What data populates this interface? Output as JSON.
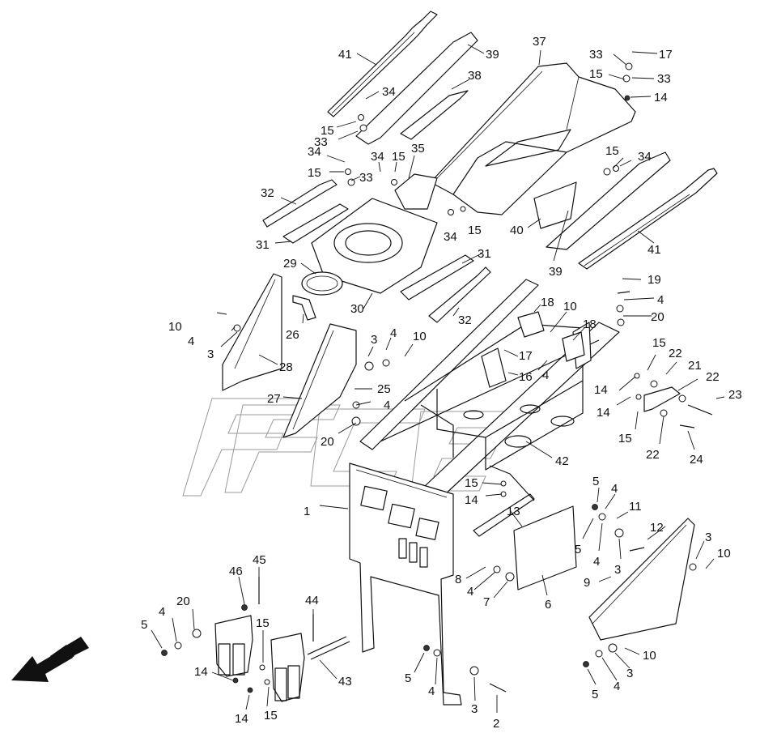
{
  "callouts": [
    {
      "id": "c41a",
      "text": "41"
    },
    {
      "id": "c39a",
      "text": "39"
    },
    {
      "id": "c37",
      "text": "37"
    },
    {
      "id": "c33a",
      "text": "33"
    },
    {
      "id": "c17a",
      "text": "17"
    },
    {
      "id": "c15a",
      "text": "15"
    },
    {
      "id": "c33b",
      "text": "33"
    },
    {
      "id": "c14a",
      "text": "14"
    },
    {
      "id": "c34a",
      "text": "34"
    },
    {
      "id": "c38",
      "text": "38"
    },
    {
      "id": "c15b",
      "text": "15"
    },
    {
      "id": "c33c",
      "text": "33"
    },
    {
      "id": "c34b",
      "text": "34"
    },
    {
      "id": "c15c",
      "text": "15"
    },
    {
      "id": "c33d",
      "text": "33"
    },
    {
      "id": "c34c",
      "text": "34"
    },
    {
      "id": "c15d",
      "text": "15"
    },
    {
      "id": "c35",
      "text": "35"
    },
    {
      "id": "c15e",
      "text": "15"
    },
    {
      "id": "c34d",
      "text": "34"
    },
    {
      "id": "c32a",
      "text": "32"
    },
    {
      "id": "c15f",
      "text": "15"
    },
    {
      "id": "c34e",
      "text": "34"
    },
    {
      "id": "c40",
      "text": "40"
    },
    {
      "id": "c41b",
      "text": "41"
    },
    {
      "id": "c31a",
      "text": "31"
    },
    {
      "id": "c31b",
      "text": "31"
    },
    {
      "id": "c39b",
      "text": "39"
    },
    {
      "id": "c29",
      "text": "29"
    },
    {
      "id": "c19",
      "text": "19"
    },
    {
      "id": "c32b",
      "text": "32"
    },
    {
      "id": "c30",
      "text": "30"
    },
    {
      "id": "c4a",
      "text": "4"
    },
    {
      "id": "c18a",
      "text": "18"
    },
    {
      "id": "c10a",
      "text": "10"
    },
    {
      "id": "c20a",
      "text": "20"
    },
    {
      "id": "c10b",
      "text": "10"
    },
    {
      "id": "c18b",
      "text": "18"
    },
    {
      "id": "c26",
      "text": "26"
    },
    {
      "id": "c4b",
      "text": "4"
    },
    {
      "id": "c3a",
      "text": "3"
    },
    {
      "id": "c4c",
      "text": "4"
    },
    {
      "id": "c10c",
      "text": "10"
    },
    {
      "id": "c15g",
      "text": "15"
    },
    {
      "id": "c22a",
      "text": "22"
    },
    {
      "id": "c3b",
      "text": "3"
    },
    {
      "id": "c28",
      "text": "28"
    },
    {
      "id": "c17b",
      "text": "17"
    },
    {
      "id": "c21",
      "text": "21"
    },
    {
      "id": "c16",
      "text": "16"
    },
    {
      "id": "c4d",
      "text": "4"
    },
    {
      "id": "c22b",
      "text": "22"
    },
    {
      "id": "c25",
      "text": "25"
    },
    {
      "id": "c14b",
      "text": "14"
    },
    {
      "id": "c23",
      "text": "23"
    },
    {
      "id": "c27",
      "text": "27"
    },
    {
      "id": "c4e",
      "text": "4"
    },
    {
      "id": "c14c",
      "text": "14"
    },
    {
      "id": "c15h",
      "text": "15"
    },
    {
      "id": "c20b",
      "text": "20"
    },
    {
      "id": "c22c",
      "text": "22"
    },
    {
      "id": "c24",
      "text": "24"
    },
    {
      "id": "c42",
      "text": "42"
    },
    {
      "id": "c5a",
      "text": "5"
    },
    {
      "id": "c15i",
      "text": "15"
    },
    {
      "id": "c4f",
      "text": "4"
    },
    {
      "id": "c14d",
      "text": "14"
    },
    {
      "id": "c11",
      "text": "11"
    },
    {
      "id": "c1",
      "text": "1"
    },
    {
      "id": "c13",
      "text": "13"
    },
    {
      "id": "c12",
      "text": "12"
    },
    {
      "id": "c3c",
      "text": "3"
    },
    {
      "id": "c5b",
      "text": "5"
    },
    {
      "id": "c4g",
      "text": "4"
    },
    {
      "id": "c10d",
      "text": "10"
    },
    {
      "id": "c45",
      "text": "45"
    },
    {
      "id": "c3d",
      "text": "3"
    },
    {
      "id": "c46",
      "text": "46"
    },
    {
      "id": "c8",
      "text": "8"
    },
    {
      "id": "c9",
      "text": "9"
    },
    {
      "id": "c4h",
      "text": "4"
    },
    {
      "id": "c7",
      "text": "7"
    },
    {
      "id": "c6",
      "text": "6"
    },
    {
      "id": "c20c",
      "text": "20"
    },
    {
      "id": "c44",
      "text": "44"
    },
    {
      "id": "c5c",
      "text": "5"
    },
    {
      "id": "c4i",
      "text": "4"
    },
    {
      "id": "c15j",
      "text": "15"
    },
    {
      "id": "c10e",
      "text": "10"
    },
    {
      "id": "c3e",
      "text": "3"
    },
    {
      "id": "c14e",
      "text": "14"
    },
    {
      "id": "c43",
      "text": "43"
    },
    {
      "id": "c5d",
      "text": "5"
    },
    {
      "id": "c4j",
      "text": "4"
    },
    {
      "id": "c5e",
      "text": "5"
    },
    {
      "id": "c4k",
      "text": "4"
    },
    {
      "id": "c3f",
      "text": "3"
    },
    {
      "id": "c14f",
      "text": "14"
    },
    {
      "id": "c15k",
      "text": "15"
    },
    {
      "id": "c2",
      "text": "2"
    }
  ]
}
